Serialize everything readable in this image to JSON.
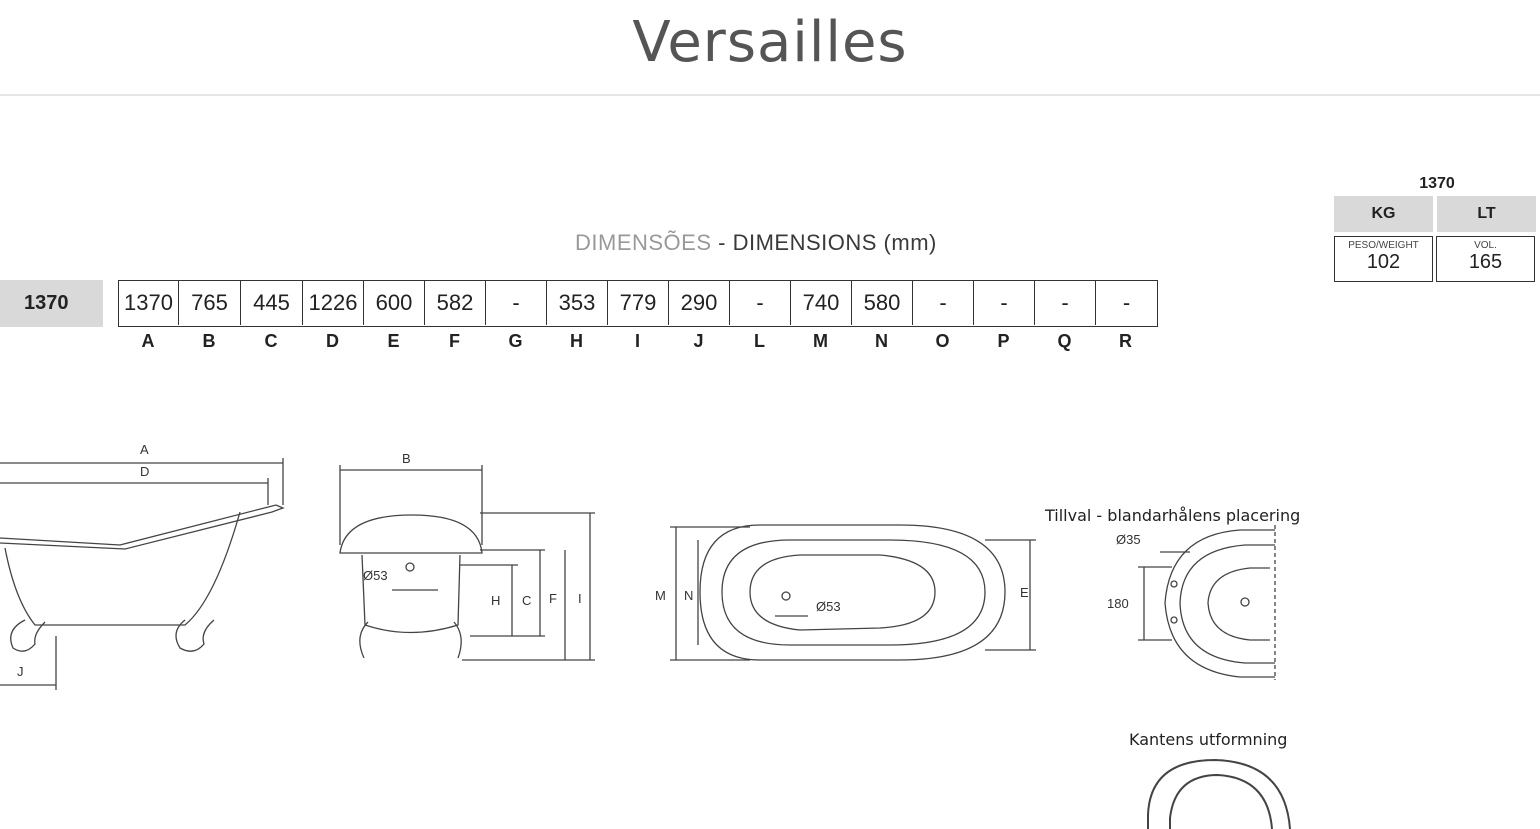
{
  "title": "Versailles",
  "dimensions": {
    "caption_pt": "DIMENSÕES",
    "caption_sep": " - ",
    "caption_en": "DIMENSIONS (mm)",
    "model": "1370",
    "values": [
      "1370",
      "765",
      "445",
      "1226",
      "600",
      "582",
      "-",
      "353",
      "779",
      "290",
      "-",
      "740",
      "580",
      "-",
      "-",
      "-",
      "-"
    ],
    "letters": [
      "A",
      "B",
      "C",
      "D",
      "E",
      "F",
      "G",
      "H",
      "I",
      "J",
      "L",
      "M",
      "N",
      "O",
      "P",
      "Q",
      "R"
    ]
  },
  "weight_table": {
    "model": "1370",
    "col1_header": "KG",
    "col2_header": "LT",
    "col1_caption": "PESO/WEIGHT",
    "col2_caption": "VOL.",
    "col1_value": "102",
    "col2_value": "165"
  },
  "drawings": {
    "side": {
      "A": "A",
      "D": "D",
      "J": "J"
    },
    "end": {
      "B": "B",
      "H": "H",
      "C": "C",
      "F": "F",
      "I": "I",
      "drain": "Ø53"
    },
    "top": {
      "M": "M",
      "N": "N",
      "E": "E",
      "drain": "Ø53"
    },
    "option_title": "Tillval - blandarhålens placering",
    "option_hole": "Ø35",
    "option_spacing": "180",
    "edge_title": "Kantens utformning"
  }
}
